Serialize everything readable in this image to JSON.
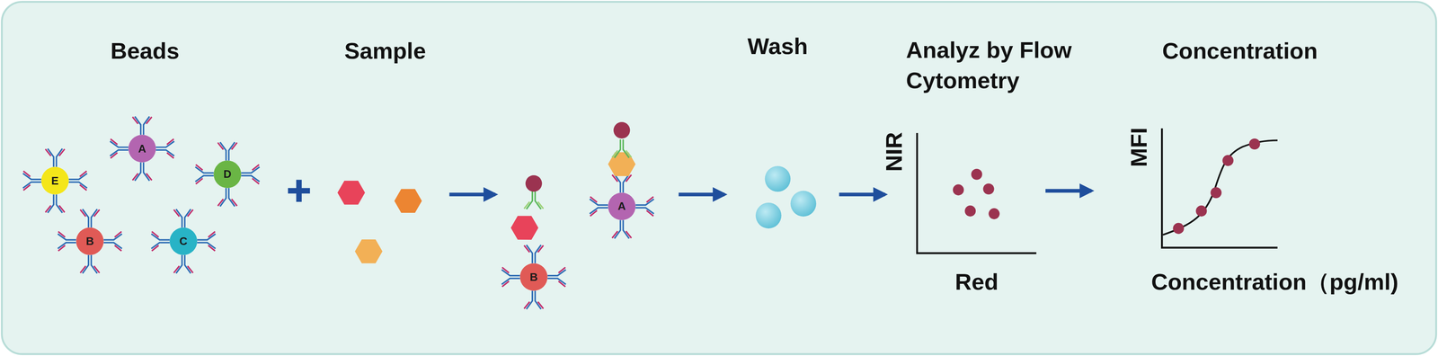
{
  "diagram": {
    "nodes": [
      {
        "text": [
          "E"
        ]
      },
      {
        "text": [
          "A"
        ]
      },
      {
        "text": [
          "D"
        ]
      },
      {
        "text": [
          "B"
        ]
      },
      {
        "text": [
          "C"
        ]
      },
      {
        "text": [
          "B"
        ]
      },
      {
        "text": [
          "A"
        ]
      }
    ],
    "labels": [
      "Beads",
      "Sample",
      "Wash",
      "Analyz by Flow Cytometry",
      "Concentration",
      "NIR",
      "Red",
      "MFI",
      "Concentration（pg/ml)"
    ]
  }
}
